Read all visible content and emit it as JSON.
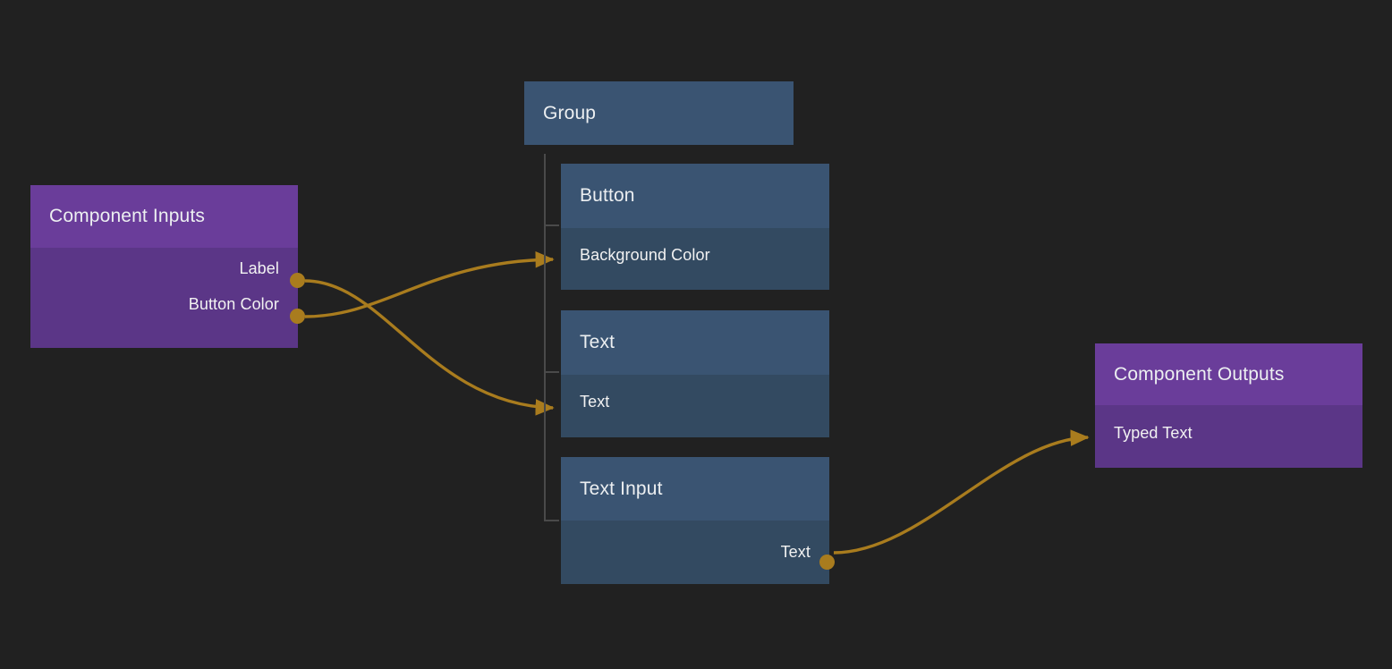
{
  "canvas": {
    "background_color": "#212121",
    "accent_color": "#a97c1e",
    "node_purple_header": "#6a3d9a",
    "node_purple_body": "#5b3687",
    "node_blue_header": "#3a5472",
    "node_blue_body": "#334a61"
  },
  "nodes": {
    "component_inputs": {
      "title": "Component Inputs",
      "ports": [
        {
          "label": "Label"
        },
        {
          "label": "Button Color"
        }
      ]
    },
    "group": {
      "title": "Group"
    },
    "button": {
      "title": "Button",
      "ports": [
        {
          "label": "Background Color"
        }
      ]
    },
    "text": {
      "title": "Text",
      "ports": [
        {
          "label": "Text"
        }
      ]
    },
    "text_input": {
      "title": "Text Input",
      "ports": [
        {
          "label": "Text"
        }
      ]
    },
    "component_outputs": {
      "title": "Component Outputs",
      "ports": [
        {
          "label": "Typed Text"
        }
      ]
    }
  },
  "edges": [
    {
      "from": "component_inputs.Label",
      "to": "text.Text"
    },
    {
      "from": "component_inputs.Button Color",
      "to": "button.Background Color"
    },
    {
      "from": "text_input.Text",
      "to": "component_outputs.Typed Text"
    }
  ]
}
